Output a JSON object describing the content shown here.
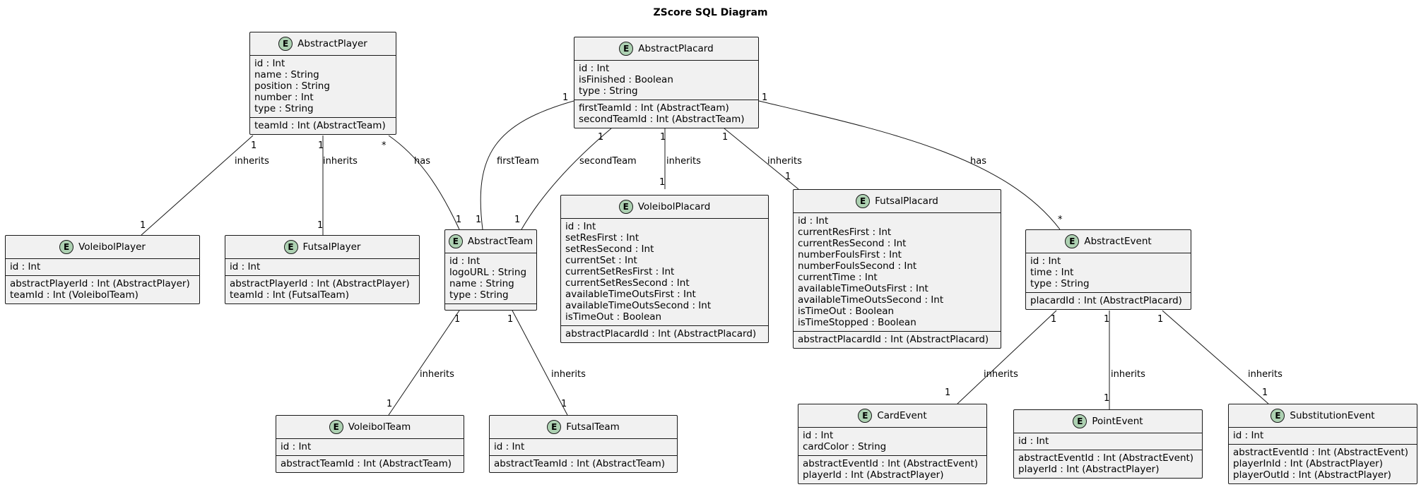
{
  "title": "ZScore SQL Diagram",
  "entity_badge": "E",
  "entities": {
    "abstract_player": {
      "name": "AbstractPlayer",
      "attrs": [
        "id : Int",
        "name : String",
        "position : String",
        "number : Int",
        "type : String"
      ],
      "fks": [
        "teamId : Int (AbstractTeam)"
      ]
    },
    "abstract_placard": {
      "name": "AbstractPlacard",
      "attrs": [
        "id : Int",
        "isFinished : Boolean",
        "type : String"
      ],
      "fks": [
        "firstTeamId : Int (AbstractTeam)",
        "secondTeamId : Int (AbstractTeam)"
      ]
    },
    "voleibol_player": {
      "name": "VoleibolPlayer",
      "attrs": [
        "id : Int"
      ],
      "fks": [
        "abstractPlayerId : Int (AbstractPlayer)",
        "teamId : Int (VoleibolTeam)"
      ]
    },
    "futsal_player": {
      "name": "FutsalPlayer",
      "attrs": [
        "id : Int"
      ],
      "fks": [
        "abstractPlayerId : Int (AbstractPlayer)",
        "teamId : Int (FutsalTeam)"
      ]
    },
    "abstract_team": {
      "name": "AbstractTeam",
      "attrs": [
        "id : Int",
        "logoURL : String",
        "name : String",
        "type : String"
      ],
      "fks": []
    },
    "voleibol_placard": {
      "name": "VoleibolPlacard",
      "attrs": [
        "id : Int",
        "setResFirst : Int",
        "setResSecond : Int",
        "currentSet : Int",
        "currentSetResFirst : Int",
        "currentSetResSecond : Int",
        "availableTimeOutsFirst : Int",
        "availableTimeOutsSecond : Int",
        "isTimeOut : Boolean"
      ],
      "fks": [
        "abstractPlacardId : Int (AbstractPlacard)"
      ]
    },
    "futsal_placard": {
      "name": "FutsalPlacard",
      "attrs": [
        "id : Int",
        "currentResFirst : Int",
        "currentResSecond : Int",
        "numberFoulsFirst : Int",
        "numberFoulsSecond : Int",
        "currentTime : Int",
        "availableTimeOutsFirst : Int",
        "availableTimeOutsSecond : Int",
        "isTimeOut : Boolean",
        "isTimeStopped : Boolean"
      ],
      "fks": [
        "abstractPlacardId : Int (AbstractPlacard)"
      ]
    },
    "abstract_event": {
      "name": "AbstractEvent",
      "attrs": [
        "id : Int",
        "time : Int",
        "type : String"
      ],
      "fks": [
        "placardId : Int (AbstractPlacard)"
      ]
    },
    "voleibol_team": {
      "name": "VoleibolTeam",
      "attrs": [
        "id : Int"
      ],
      "fks": [
        "abstractTeamId : Int (AbstractTeam)"
      ]
    },
    "futsal_team": {
      "name": "FutsalTeam",
      "attrs": [
        "id : Int"
      ],
      "fks": [
        "abstractTeamId : Int (AbstractTeam)"
      ]
    },
    "card_event": {
      "name": "CardEvent",
      "attrs": [
        "id : Int",
        "cardColor : String"
      ],
      "fks": [
        "abstractEventId : Int (AbstractEvent)",
        "playerId : Int (AbstractPlayer)"
      ]
    },
    "point_event": {
      "name": "PointEvent",
      "attrs": [
        "id : Int"
      ],
      "fks": [
        "abstractEventId : Int (AbstractEvent)",
        "playerId : Int (AbstractPlayer)"
      ]
    },
    "substitution_event": {
      "name": "SubstitutionEvent",
      "attrs": [
        "id : Int"
      ],
      "fks": [
        "abstractEventId : Int (AbstractEvent)",
        "playerInId : Int (AbstractPlayer)",
        "playerOutId : Int (AbstractPlayer)"
      ]
    }
  },
  "relations": [
    {
      "from": "AbstractPlayer",
      "to": "VoleibolPlayer",
      "label": "inherits",
      "from_card": "1",
      "to_card": "1"
    },
    {
      "from": "AbstractPlayer",
      "to": "FutsalPlayer",
      "label": "inherits",
      "from_card": "1",
      "to_card": "1"
    },
    {
      "from": "AbstractPlayer",
      "to": "AbstractTeam",
      "label": "has",
      "from_card": "*",
      "to_card": "1"
    },
    {
      "from": "AbstractPlacard",
      "to": "AbstractTeam",
      "label": "firstTeam",
      "from_card": "1",
      "to_card": "1"
    },
    {
      "from": "AbstractPlacard",
      "to": "AbstractTeam",
      "label": "secondTeam",
      "from_card": "1",
      "to_card": "1"
    },
    {
      "from": "AbstractPlacard",
      "to": "VoleibolPlacard",
      "label": "inherits",
      "from_card": "1",
      "to_card": "1"
    },
    {
      "from": "AbstractPlacard",
      "to": "FutsalPlacard",
      "label": "inherits",
      "from_card": "1",
      "to_card": "1"
    },
    {
      "from": "AbstractPlacard",
      "to": "AbstractEvent",
      "label": "has",
      "from_card": "1",
      "to_card": "*"
    },
    {
      "from": "AbstractTeam",
      "to": "VoleibolTeam",
      "label": "inherits",
      "from_card": "1",
      "to_card": "1"
    },
    {
      "from": "AbstractTeam",
      "to": "FutsalTeam",
      "label": "inherits",
      "from_card": "1",
      "to_card": "1"
    },
    {
      "from": "AbstractEvent",
      "to": "CardEvent",
      "label": "inherits",
      "from_card": "1",
      "to_card": "1"
    },
    {
      "from": "AbstractEvent",
      "to": "PointEvent",
      "label": "inherits",
      "from_card": "1",
      "to_card": "1"
    },
    {
      "from": "AbstractEvent",
      "to": "SubstitutionEvent",
      "label": "inherits",
      "from_card": "1",
      "to_card": "1"
    }
  ]
}
